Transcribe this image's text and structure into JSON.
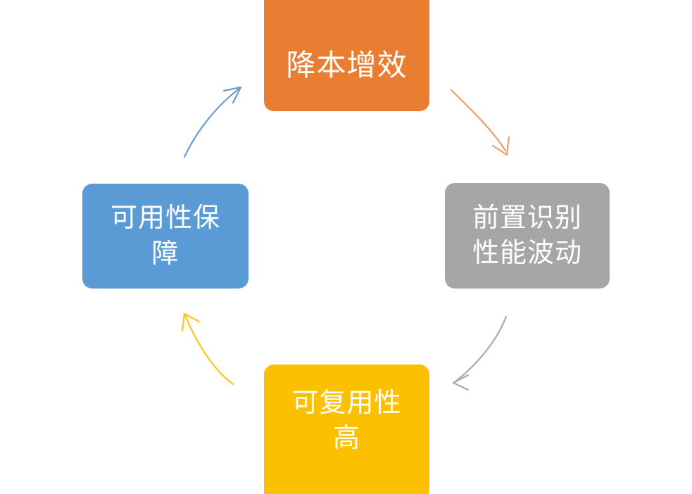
{
  "diagram": {
    "title": "",
    "type": "cycle",
    "background_color": "#FFFFFF",
    "nodes": [
      {
        "id": "top",
        "label": "降本增效",
        "color": "#E97E33",
        "text_color": "#FFFFFF",
        "position": "top"
      },
      {
        "id": "right",
        "label": "前置识别性能波动",
        "color": "#A6A6A6",
        "text_color": "#FFFFFF",
        "position": "right"
      },
      {
        "id": "bottom",
        "label": "可复用性高",
        "color": "#FBC000",
        "text_color": "#FFFFFF",
        "position": "bottom"
      },
      {
        "id": "left",
        "label": "可用性保障",
        "color": "#5B9BD5",
        "text_color": "#FFFFFF",
        "position": "left"
      }
    ],
    "arrows": [
      {
        "id": "top-to-right",
        "from": "top",
        "to": "right",
        "color": "#E8A06B"
      },
      {
        "id": "right-to-bottom",
        "from": "right",
        "to": "bottom",
        "color": "#AAAAAA"
      },
      {
        "id": "bottom-to-left",
        "from": "bottom",
        "to": "left",
        "color": "#FBC92C"
      },
      {
        "id": "left-to-top",
        "from": "left",
        "to": "top",
        "color": "#6E9BC9"
      }
    ]
  }
}
